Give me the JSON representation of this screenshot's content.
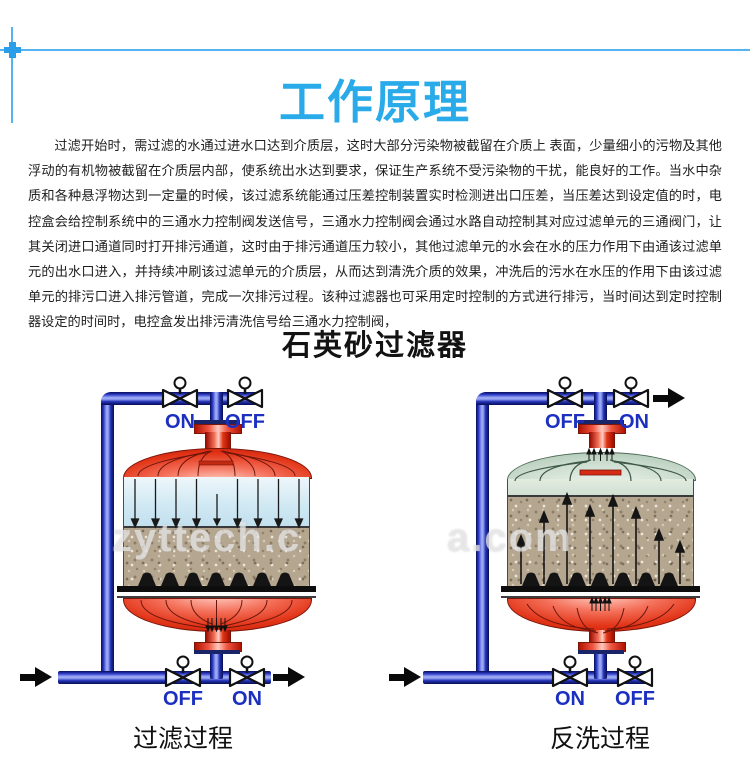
{
  "header": {
    "title": "工作原理"
  },
  "intro": {
    "paragraph": "过滤开始时，需过滤的水通过进水口达到介质层，这时大部分污染物被截留在介质上 表面，少量细小的污物及其他浮动的有机物被截留在介质层内部，使系统出水达到要求，保证生产系统不受污染物的干扰，能良好的工作。当水中杂质和各种悬浮物达到一定量的时候，该过滤系统能通过压差控制装置实时检测进出口压差，当压差达到设定值的时，电控盒会给控制系统中的三通水力控制阀发送信号，三通水力控制阀会通过水路自动控制其对应过滤单元的三通阀门，让其关闭进口通道同时打开排污通道，这时由于排污通道压力较小，其他过滤单元的水会在水的压力作用下由通该过滤单元的出水口进入，并持续冲刷该过滤单元的介质层，从而达到清洗介质的效果，冲洗后的污水在水压的作用下由该过滤单元的排污口进入排污管道，完成一次排污过程。该种过滤器也可采用定时控制的方式进行排污，当时间达到定时控制器设定的时间时，电控盒发出排污清洗信号给三通水力控制阀，"
  },
  "section": {
    "subtitle": "石英砂过滤器"
  },
  "watermark": {
    "left": "zyttech.c",
    "right": "a.com"
  },
  "filter_diagram": {
    "caption": "过滤过程",
    "valves": {
      "top_left": "ON",
      "top_right": "OFF",
      "bottom_left": "OFF",
      "bottom_right": "ON"
    }
  },
  "backwash_diagram": {
    "caption": "反洗过程",
    "valves": {
      "top_left": "OFF",
      "top_right": "ON",
      "bottom_left": "ON",
      "bottom_right": "OFF"
    }
  },
  "colors": {
    "title_blue": "#29abea",
    "rule_blue": "#55b3f2",
    "valve_label_blue": "#1b2fc0",
    "pipe_blue": "#2a3ac8",
    "tank_red": "#d42410",
    "dome_green": "#bcd2c1",
    "sand_tan": "#b5a690",
    "water_blue": "#cfe8f3"
  }
}
